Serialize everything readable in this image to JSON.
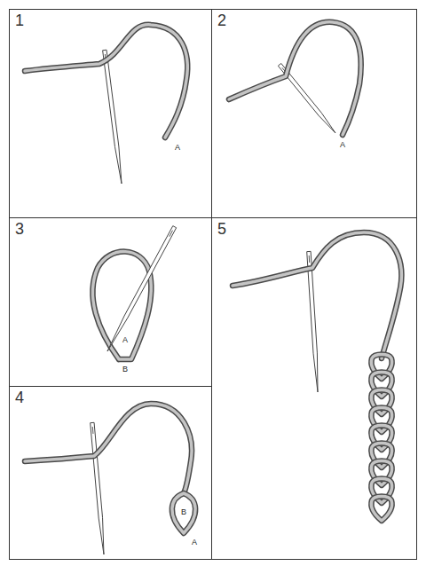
{
  "diagram": {
    "nodes": [
      {
        "text": [
          "1"
        ]
      },
      {
        "text": [
          "2"
        ]
      },
      {
        "text": [
          "3"
        ]
      },
      {
        "text": [
          "4"
        ]
      },
      {
        "text": [
          "5"
        ]
      }
    ],
    "labels": [
      "A",
      "A",
      "B",
      "A",
      "B",
      "A"
    ]
  }
}
